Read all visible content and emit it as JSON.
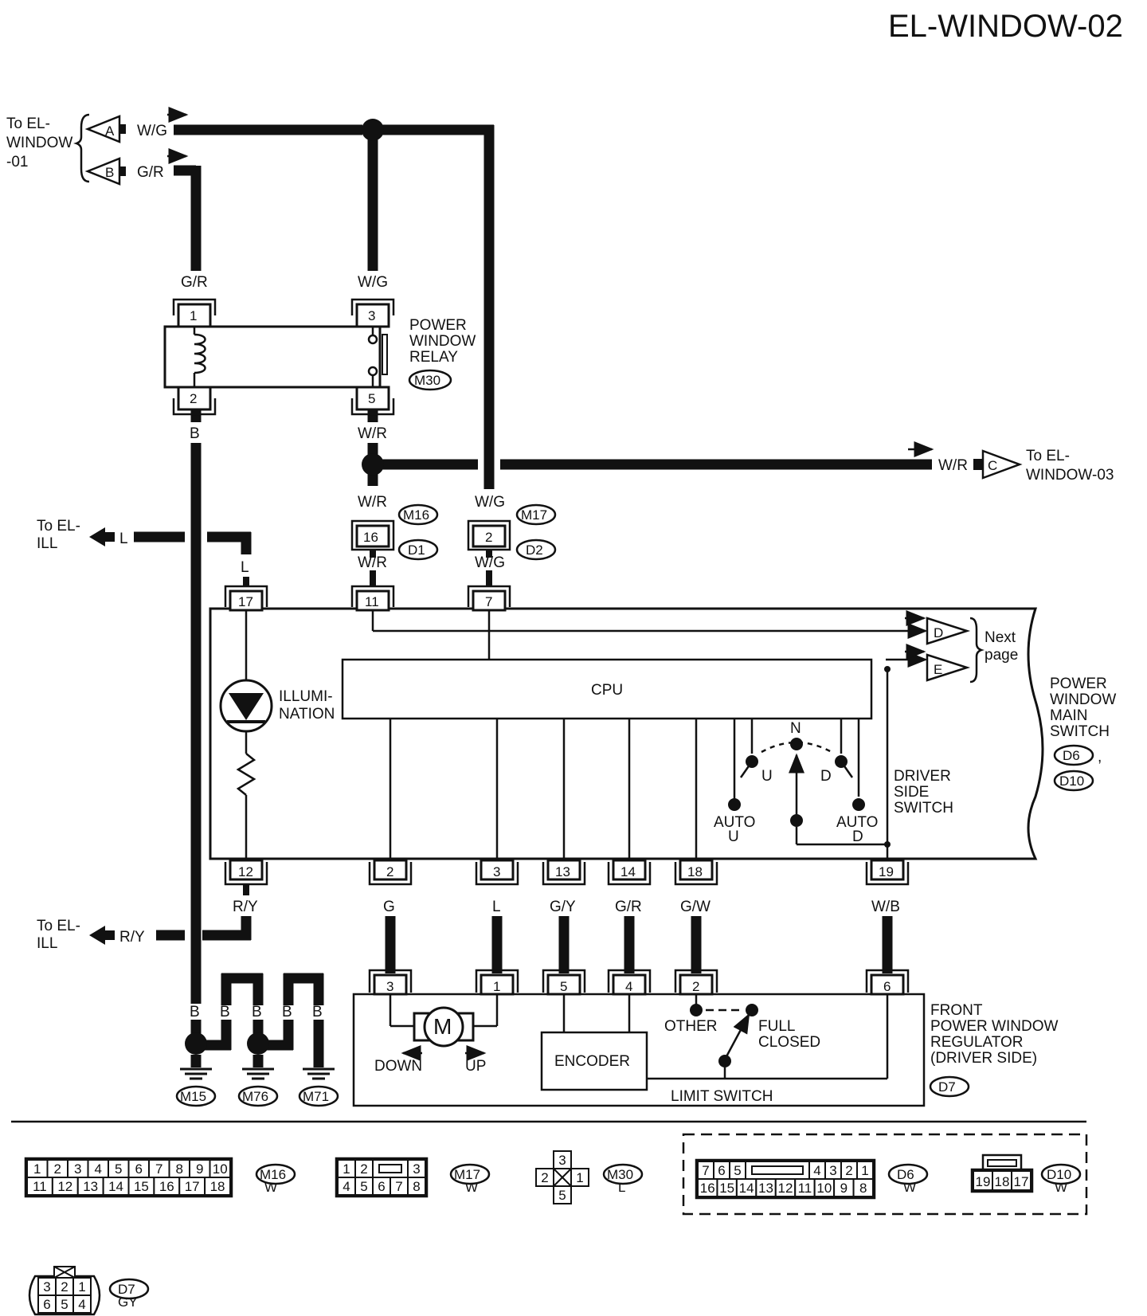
{
  "title": "EL-WINDOW-02",
  "refs": {
    "to_window_01": [
      "To EL-",
      "WINDOW",
      "-01"
    ],
    "to_window_03": [
      "To EL-",
      "WINDOW-03"
    ],
    "to_ill_top": [
      "To EL-",
      "ILL"
    ],
    "to_ill_bottom": [
      "To EL-",
      "ILL"
    ],
    "next_page": [
      "Next",
      "page"
    ]
  },
  "connectors_offpage": {
    "A": "A",
    "B": "B",
    "C": "C",
    "D": "D",
    "E": "E"
  },
  "wire_colors": {
    "a_wire": "W/G",
    "b_wire": "G/R",
    "c_wire": "W/R",
    "relay_pin1": "G/R",
    "relay_pin3": "W/G",
    "relay_pin5": "W/R",
    "relay_pin2": "B",
    "m16_top": "W/R",
    "m17_top": "W/G",
    "d1_bottom": "W/R",
    "d2_bottom": "W/G",
    "ill_top": "L",
    "ill_top_h": "L",
    "ill_bottom": "R/Y",
    "ill_bottom_h": "R/Y",
    "pin2": "G",
    "pin3": "L",
    "pin13": "G/Y",
    "pin14": "G/R",
    "pin18": "G/W",
    "pin19": "W/B",
    "ground": [
      "B",
      "B",
      "B",
      "B",
      "B"
    ]
  },
  "relay": {
    "label": [
      "POWER",
      "WINDOW",
      "RELAY"
    ],
    "id": "M30",
    "pins": [
      "1",
      "3",
      "2",
      "5"
    ]
  },
  "joint": {
    "m16": "M16",
    "m17": "M17",
    "d1": "D1",
    "d2": "D2",
    "pin16": "16",
    "pin2": "2"
  },
  "main_switch": {
    "label": [
      "POWER",
      "WINDOW",
      "MAIN",
      "SWITCH"
    ],
    "ids": [
      "D6",
      "D10"
    ],
    "cpu": "CPU",
    "illumination": [
      "ILLUMI-",
      "NATION"
    ],
    "top_pins": [
      "17",
      "11",
      "7"
    ],
    "bottom_pins": [
      "12",
      "2",
      "3",
      "13",
      "14",
      "18",
      "19"
    ],
    "driver_switch": [
      "DRIVER",
      "SIDE",
      "SWITCH"
    ],
    "positions": {
      "n": "N",
      "u": "U",
      "d": "D",
      "auto_u": [
        "AUTO",
        "U"
      ],
      "auto_d": [
        "AUTO",
        "D"
      ]
    }
  },
  "regulator": {
    "label": [
      "FRONT",
      "POWER WINDOW",
      "REGULATOR",
      "(DRIVER SIDE)"
    ],
    "id": "D7",
    "pins": [
      "3",
      "1",
      "5",
      "4",
      "2",
      "6"
    ],
    "motor": "M",
    "down": "DOWN",
    "up": "UP",
    "encoder": "ENCODER",
    "other": "OTHER",
    "full_closed": [
      "FULL",
      "CLOSED"
    ],
    "limit_switch": "LIMIT SWITCH"
  },
  "grounds": [
    "M15",
    "M76",
    "M71"
  ],
  "connector_views": {
    "m16": {
      "id": "M16",
      "color": "W",
      "row1": [
        "1",
        "2",
        "3",
        "4",
        "5",
        "6",
        "7",
        "8",
        "9",
        "10"
      ],
      "row2": [
        "11",
        "12",
        "13",
        "14",
        "15",
        "16",
        "17",
        "18"
      ]
    },
    "m17": {
      "id": "M17",
      "color": "W",
      "row1": [
        "1",
        "2",
        "3"
      ],
      "row2": [
        "4",
        "5",
        "6",
        "7",
        "8"
      ]
    },
    "m30": {
      "id": "M30",
      "color": "L",
      "pins": [
        "3",
        "2",
        "1",
        "5"
      ]
    },
    "d6": {
      "id": "D6",
      "color": "W",
      "row1": [
        "7",
        "6",
        "5",
        "4",
        "3",
        "2",
        "1"
      ],
      "row2": [
        "16",
        "15",
        "14",
        "13",
        "12",
        "11",
        "10",
        "9",
        "8"
      ]
    },
    "d10": {
      "id": "D10",
      "color": "W",
      "pins": [
        "19",
        "18",
        "17"
      ]
    },
    "d7": {
      "id": "D7",
      "color": "GY",
      "row1": [
        "3",
        "2",
        "1"
      ],
      "row2": [
        "6",
        "5",
        "4"
      ]
    }
  }
}
